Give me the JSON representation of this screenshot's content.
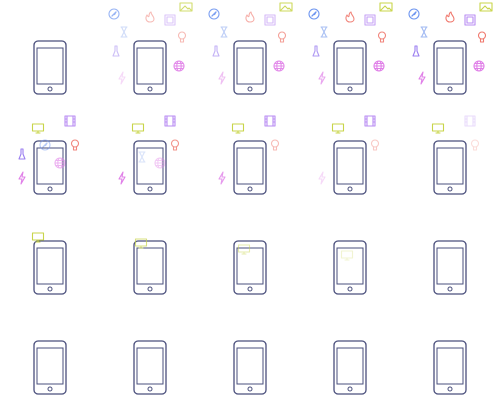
{
  "colors": {
    "device": "#4a4f7c",
    "icon_yellow": "#c8d44a",
    "icon_purple": "#9b7ff0",
    "icon_blue": "#6f96f0",
    "icon_red": "#f07a6f",
    "icon_pink": "#e080e8",
    "icon_violet": "#b98cf3",
    "icon_lightblue": "#9fb8f2"
  },
  "grid": {
    "rows": 4,
    "columns": 5
  },
  "device_icon": "smartphone-icon",
  "frames": [
    {
      "row": 0,
      "col": 0,
      "icons": []
    },
    {
      "row": 0,
      "col": 1,
      "icons": [
        {
          "name": "compass-icon",
          "color": "icon_blue",
          "opacity": 0.7
        },
        {
          "name": "flame-icon",
          "color": "icon_red",
          "opacity": 0.5
        },
        {
          "name": "picture-frame-icon",
          "color": "icon_violet",
          "opacity": 0.5
        },
        {
          "name": "image-icon",
          "color": "icon_yellow",
          "opacity": 0.8
        },
        {
          "name": "hourglass-icon",
          "color": "icon_lightblue",
          "opacity": 0.5
        },
        {
          "name": "lightbulb-icon",
          "color": "icon_red",
          "opacity": 0.5
        },
        {
          "name": "flask-icon",
          "color": "icon_purple",
          "opacity": 0.5
        },
        {
          "name": "globe-icon",
          "color": "icon_pink",
          "opacity": 0.9
        },
        {
          "name": "lightning-icon",
          "color": "icon_pink",
          "opacity": 0.3
        }
      ]
    },
    {
      "row": 0,
      "col": 2,
      "icons": [
        {
          "name": "compass-icon",
          "color": "icon_blue",
          "opacity": 0.9
        },
        {
          "name": "flame-icon",
          "color": "icon_red",
          "opacity": 0.6
        },
        {
          "name": "picture-frame-icon",
          "color": "icon_violet",
          "opacity": 0.6
        },
        {
          "name": "image-icon",
          "color": "icon_yellow",
          "opacity": 0.9
        },
        {
          "name": "hourglass-icon",
          "color": "icon_lightblue",
          "opacity": 0.7
        },
        {
          "name": "lightbulb-icon",
          "color": "icon_red",
          "opacity": 0.7
        },
        {
          "name": "flask-icon",
          "color": "icon_purple",
          "opacity": 0.6
        },
        {
          "name": "globe-icon",
          "color": "icon_pink",
          "opacity": 0.9
        },
        {
          "name": "lightning-icon",
          "color": "icon_pink",
          "opacity": 0.5
        }
      ]
    },
    {
      "row": 0,
      "col": 3,
      "icons": [
        {
          "name": "compass-icon",
          "color": "icon_blue",
          "opacity": 1
        },
        {
          "name": "flame-icon",
          "color": "icon_red",
          "opacity": 0.9
        },
        {
          "name": "picture-frame-icon",
          "color": "icon_violet",
          "opacity": 0.8
        },
        {
          "name": "image-icon",
          "color": "icon_yellow",
          "opacity": 1
        },
        {
          "name": "hourglass-icon",
          "color": "icon_lightblue",
          "opacity": 0.9
        },
        {
          "name": "lightbulb-icon",
          "color": "icon_red",
          "opacity": 0.9
        },
        {
          "name": "flask-icon",
          "color": "icon_purple",
          "opacity": 0.8
        },
        {
          "name": "globe-icon",
          "color": "icon_pink",
          "opacity": 1
        },
        {
          "name": "lightning-icon",
          "color": "icon_pink",
          "opacity": 0.7
        }
      ]
    },
    {
      "row": 0,
      "col": 4,
      "icons": [
        {
          "name": "compass-icon",
          "color": "icon_blue",
          "opacity": 1
        },
        {
          "name": "flame-icon",
          "color": "icon_red",
          "opacity": 1
        },
        {
          "name": "picture-frame-icon",
          "color": "icon_violet",
          "opacity": 1
        },
        {
          "name": "image-icon",
          "color": "icon_yellow",
          "opacity": 1
        },
        {
          "name": "hourglass-icon",
          "color": "icon_lightblue",
          "opacity": 1
        },
        {
          "name": "lightbulb-icon",
          "color": "icon_red",
          "opacity": 1
        },
        {
          "name": "flask-icon",
          "color": "icon_purple",
          "opacity": 1
        },
        {
          "name": "globe-icon",
          "color": "icon_pink",
          "opacity": 1
        },
        {
          "name": "lightning-icon",
          "color": "icon_pink",
          "opacity": 1
        }
      ]
    },
    {
      "row": 1,
      "col": 0,
      "icons": [
        {
          "name": "monitor-icon",
          "color": "icon_yellow",
          "opacity": 1
        },
        {
          "name": "film-icon",
          "color": "icon_violet",
          "opacity": 1
        },
        {
          "name": "compass-icon",
          "color": "icon_blue",
          "opacity": 0.5
        },
        {
          "name": "lightbulb-icon",
          "color": "icon_red",
          "opacity": 0.9
        },
        {
          "name": "flask-icon",
          "color": "icon_purple",
          "opacity": 1
        },
        {
          "name": "globe-icon",
          "color": "icon_pink",
          "opacity": 0.6
        },
        {
          "name": "lightning-icon",
          "color": "icon_pink",
          "opacity": 1
        }
      ]
    },
    {
      "row": 1,
      "col": 1,
      "icons": [
        {
          "name": "monitor-icon",
          "color": "icon_yellow",
          "opacity": 1
        },
        {
          "name": "film-icon",
          "color": "icon_violet",
          "opacity": 1
        },
        {
          "name": "lightbulb-icon",
          "color": "icon_red",
          "opacity": 0.8
        },
        {
          "name": "hourglass-icon",
          "color": "icon_lightblue",
          "opacity": 0.4
        },
        {
          "name": "globe-icon",
          "color": "icon_pink",
          "opacity": 0.4
        },
        {
          "name": "lightning-icon",
          "color": "icon_pink",
          "opacity": 1
        }
      ]
    },
    {
      "row": 1,
      "col": 2,
      "icons": [
        {
          "name": "monitor-icon",
          "color": "icon_yellow",
          "opacity": 1
        },
        {
          "name": "film-icon",
          "color": "icon_violet",
          "opacity": 1
        },
        {
          "name": "lightbulb-icon",
          "color": "icon_red",
          "opacity": 0.5
        },
        {
          "name": "lightning-icon",
          "color": "icon_pink",
          "opacity": 0.8
        }
      ]
    },
    {
      "row": 1,
      "col": 3,
      "icons": [
        {
          "name": "monitor-icon",
          "color": "icon_yellow",
          "opacity": 1
        },
        {
          "name": "film-icon",
          "color": "icon_violet",
          "opacity": 1
        },
        {
          "name": "lightbulb-icon",
          "color": "icon_red",
          "opacity": 0.4
        },
        {
          "name": "lightning-icon",
          "color": "icon_pink",
          "opacity": 0.3
        }
      ]
    },
    {
      "row": 1,
      "col": 4,
      "icons": [
        {
          "name": "monitor-icon",
          "color": "icon_yellow",
          "opacity": 1
        },
        {
          "name": "film-icon",
          "color": "icon_violet",
          "opacity": 0.3
        },
        {
          "name": "lightbulb-icon",
          "color": "icon_red",
          "opacity": 0.25
        }
      ]
    },
    {
      "row": 2,
      "col": 0,
      "icons": [
        {
          "name": "monitor-icon",
          "color": "icon_yellow",
          "opacity": 1
        }
      ]
    },
    {
      "row": 2,
      "col": 1,
      "icons": [
        {
          "name": "monitor-icon",
          "color": "icon_yellow",
          "opacity": 0.7
        }
      ]
    },
    {
      "row": 2,
      "col": 2,
      "icons": [
        {
          "name": "monitor-icon",
          "color": "icon_yellow",
          "opacity": 0.45
        }
      ]
    },
    {
      "row": 2,
      "col": 3,
      "icons": [
        {
          "name": "monitor-icon",
          "color": "icon_yellow",
          "opacity": 0.25
        }
      ]
    },
    {
      "row": 2,
      "col": 4,
      "icons": []
    },
    {
      "row": 3,
      "col": 0,
      "icons": []
    },
    {
      "row": 3,
      "col": 1,
      "icons": []
    },
    {
      "row": 3,
      "col": 2,
      "icons": []
    },
    {
      "row": 3,
      "col": 3,
      "icons": []
    },
    {
      "row": 3,
      "col": 4,
      "icons": []
    }
  ]
}
